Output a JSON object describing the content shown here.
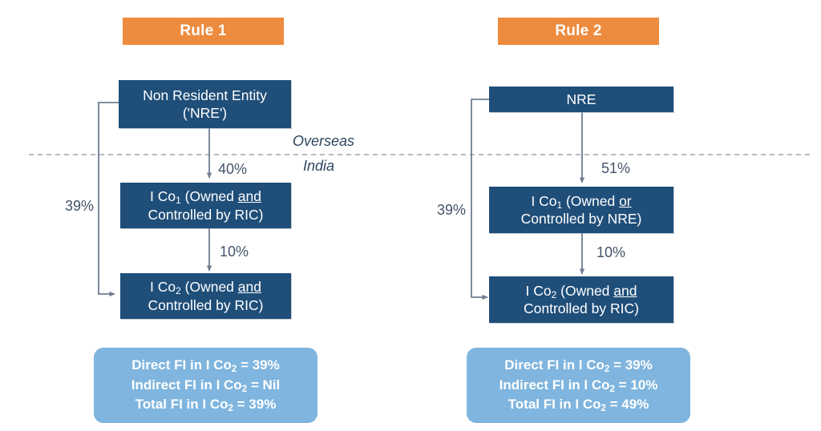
{
  "diagram": {
    "title_hidden": "",
    "colors": {
      "rule_header_bg": "#ED8B3E",
      "entity_box_bg": "#1F4E79",
      "summary_box_bg": "#7FB5DE",
      "connector": "#6E7E91",
      "divider": "#9AA7B4",
      "label_text": "#44546A",
      "region_text": "#2E4560"
    },
    "divider": {
      "above_label": "Overseas",
      "below_label": "India"
    },
    "panels": [
      {
        "id": "rule-1",
        "header": "Rule 1",
        "boxes": [
          {
            "id": "nre",
            "line1": "Non Resident Entity",
            "line2": "('NRE')"
          },
          {
            "id": "ico1",
            "prefix": "I Co",
            "sub": "1",
            "mid": " (Owned ",
            "emphasis": "and",
            "line2": "Controlled by RIC)"
          },
          {
            "id": "ico2",
            "prefix": "I Co",
            "sub": "2",
            "mid": " (Owned ",
            "emphasis": "and",
            "line2": "Controlled by RIC)"
          }
        ],
        "edges": {
          "nre_to_ico1": "40%",
          "ico1_to_ico2": "10%",
          "nre_to_ico2": "39%"
        },
        "summary": {
          "direct_label": "Direct FI in I Co",
          "direct_sub": "2",
          "direct_value": " = 39%",
          "indirect_label": "Indirect FI in I Co",
          "indirect_sub": "2",
          "indirect_value": " = Nil",
          "total_label": "Total FI in I Co",
          "total_sub": "2",
          "total_value": " = 39%"
        }
      },
      {
        "id": "rule-2",
        "header": "Rule 2",
        "boxes": [
          {
            "id": "nre",
            "line1": "NRE",
            "line2": ""
          },
          {
            "id": "ico1",
            "prefix": "I Co",
            "sub": "1",
            "mid": " (Owned ",
            "emphasis": "or",
            "line2": "Controlled by NRE)"
          },
          {
            "id": "ico2",
            "prefix": "I Co",
            "sub": "2",
            "mid": " (Owned ",
            "emphasis": "and",
            "line2": "Controlled by RIC)"
          }
        ],
        "edges": {
          "nre_to_ico1": "51%",
          "ico1_to_ico2": "10%",
          "nre_to_ico2": "39%"
        },
        "summary": {
          "direct_label": "Direct FI in I Co",
          "direct_sub": "2",
          "direct_value": " = 39%",
          "indirect_label": "Indirect FI in I Co",
          "indirect_sub": "2",
          "indirect_value": " = 10%",
          "total_label": "Total FI in I Co",
          "total_sub": "2",
          "total_value": " = 49%"
        }
      }
    ]
  }
}
